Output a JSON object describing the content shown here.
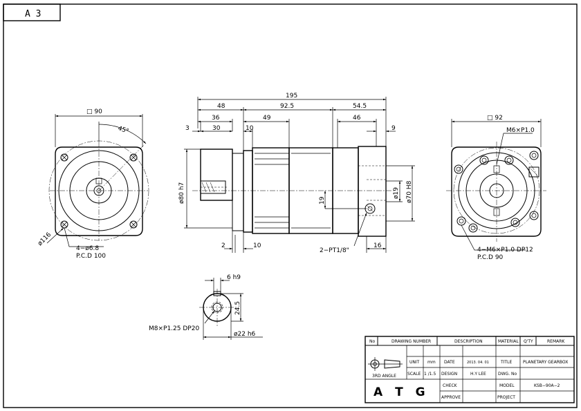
{
  "sheet": {
    "size_label": "A 3"
  },
  "front_view": {
    "square": "□ 90",
    "angle": "45°",
    "diameter": "ø116",
    "holes": "4−ø6.8",
    "pcd": "P.C.D 100"
  },
  "side_view": {
    "overall": "195",
    "d48": "48",
    "d92_5": "92.5",
    "d54_5": "54.5",
    "d3": "3",
    "d36": "36",
    "d30": "30",
    "d10_top": "10",
    "d49": "49",
    "d46": "46",
    "d9": "9",
    "d80h7": "ø80 h7",
    "d19_side": "19",
    "d19_dia": "ø19",
    "d70h8": "ø70 H8",
    "d2": "2",
    "d10_bottom": "10",
    "d16": "16",
    "port": "2−PT1/8\""
  },
  "rear_view": {
    "square": "□ 92",
    "thread": "M6×P1.0",
    "holes": "4−M6×P1.0  DP12",
    "pcd": "P.C.D  90"
  },
  "shaft_detail": {
    "key": "6 h9",
    "height": "24.5",
    "thread": "M8×P1.25  DP20",
    "diameter": "ø22 h6"
  },
  "title_block": {
    "headers": {
      "no": "No",
      "drawing_number": "DRAWING NUMBER",
      "description": "DESCRIPTION",
      "material": "MATERIAL",
      "qty": "Q'TY",
      "remark": "REMARK"
    },
    "projection": "3RD ANGLE",
    "unit_label": "UNIT",
    "unit_value": "mm",
    "scale_label": "SCALE",
    "scale_value": "1 /1.5",
    "date_label": "DATE",
    "date_value": "2013. 04. 01",
    "design_label": "DESIGN",
    "design_value": "H.Y LEE",
    "check_label": "CHECK",
    "approve_label": "APPROVE",
    "title_label": "TITLE",
    "title_value": "PLANETARY GEARBOX",
    "dwg_label": "DWG. No",
    "model_label": "MODEL",
    "model_value": "KSB−90A−2",
    "project_label": "PROJECT",
    "company": "A T G"
  }
}
